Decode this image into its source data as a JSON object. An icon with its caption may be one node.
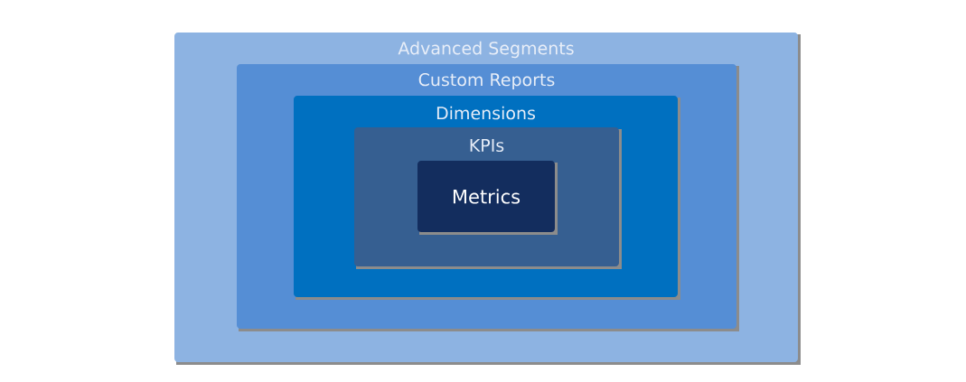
{
  "diagram": {
    "nodes": [
      {
        "text": [
          "Advanced Segments"
        ]
      },
      {
        "text": [
          "Custom Reports"
        ],
        "in": 0
      },
      {
        "text": [
          "Dimensions"
        ],
        "in": 1
      },
      {
        "text": [
          "KPIs"
        ],
        "in": 2
      },
      {
        "text": [
          "Metrics"
        ],
        "in": 3
      }
    ]
  }
}
